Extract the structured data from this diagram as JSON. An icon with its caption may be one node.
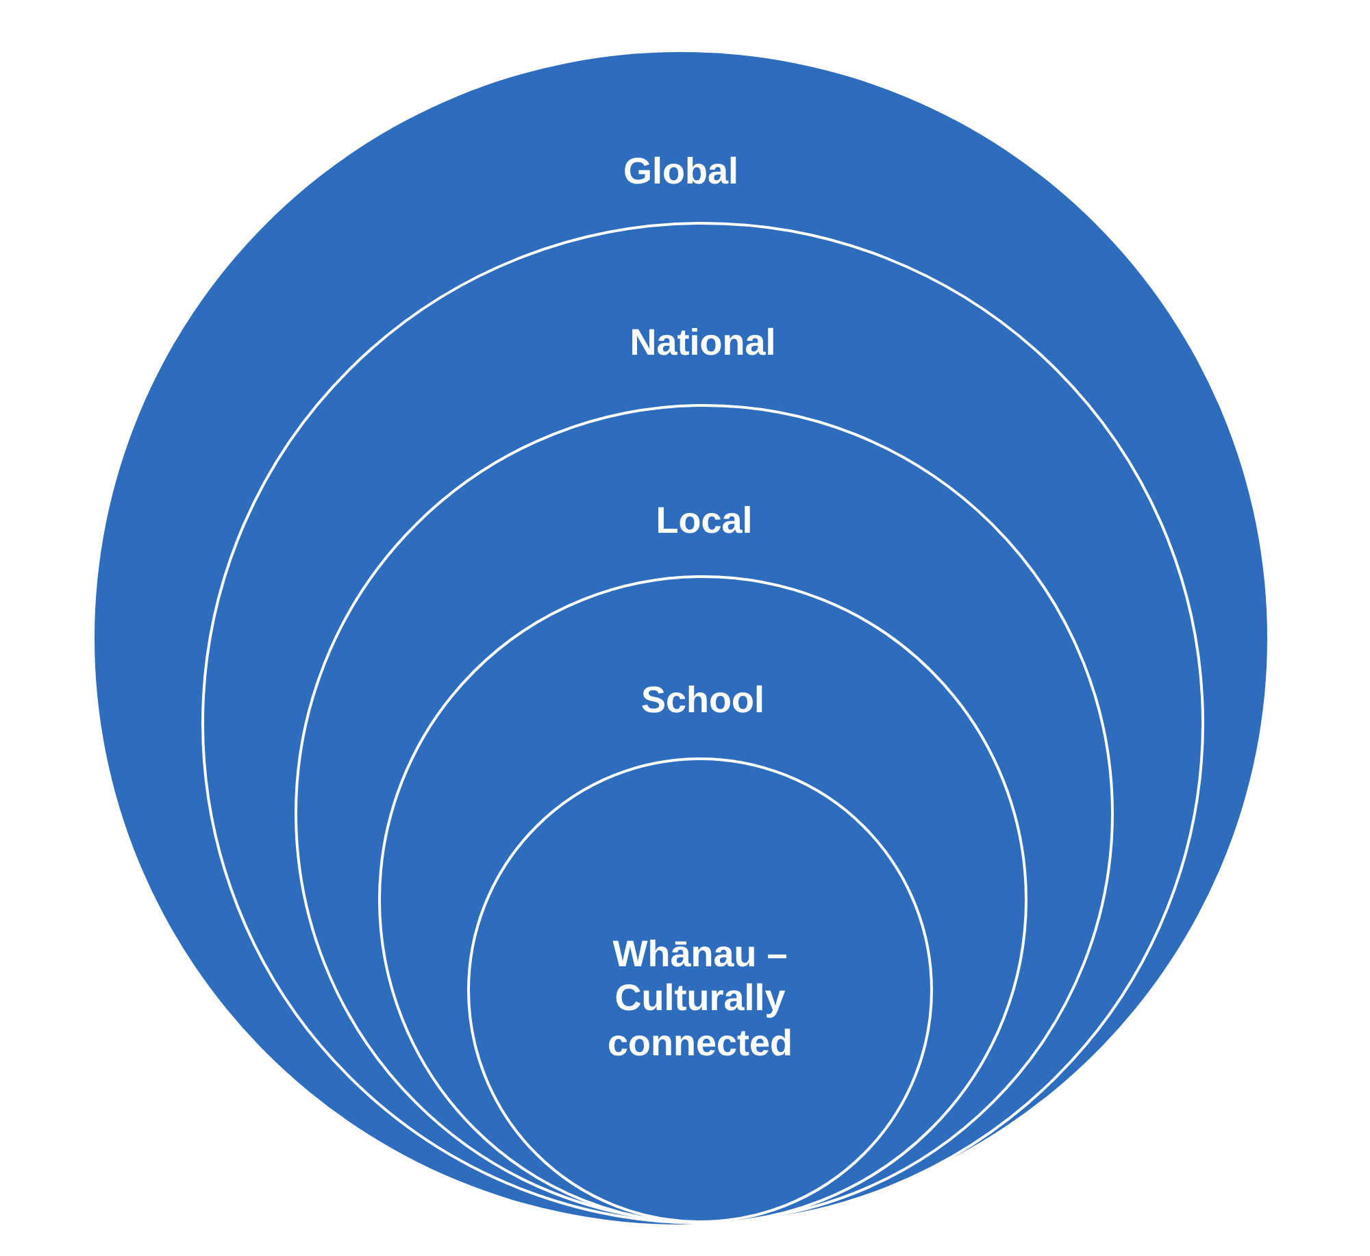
{
  "diagram": {
    "nodes": [
      {
        "text": [
          "Global"
        ]
      },
      {
        "text": [
          "National"
        ],
        "in": 0
      },
      {
        "text": [
          "Local"
        ],
        "in": 1
      },
      {
        "text": [
          "School"
        ],
        "in": 2
      },
      {
        "text": [
          "Whānau – Culturally connected"
        ],
        "in": 3
      }
    ]
  }
}
